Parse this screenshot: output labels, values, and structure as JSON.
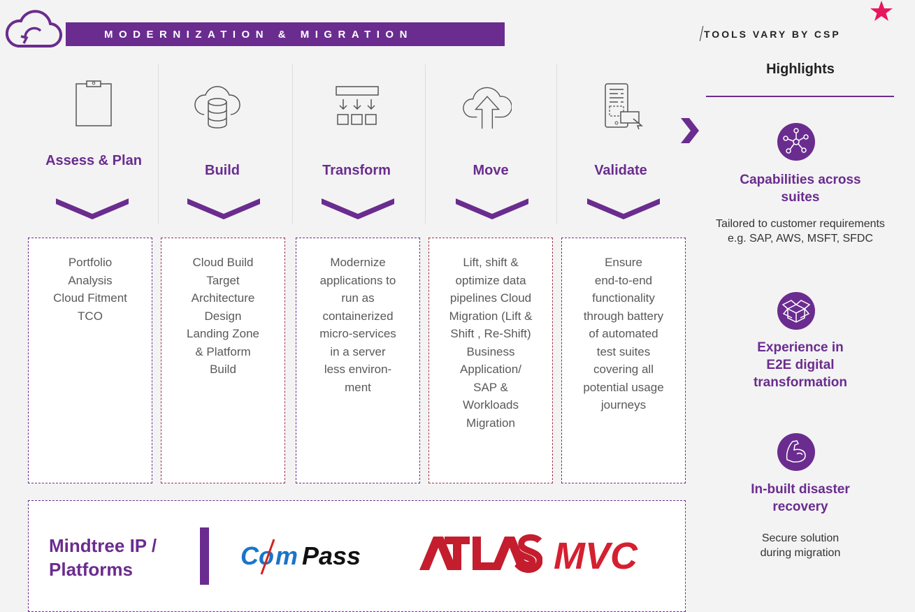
{
  "header": {
    "title": "MODERNIZATION & MIGRATION",
    "note": "TOOLS VARY BY CSP"
  },
  "stages": [
    {
      "title": "Assess & Plan",
      "icon": "clipboard-icon",
      "lines": [
        "Portfolio",
        "Analysis",
        "Cloud Fitment",
        "TCO"
      ]
    },
    {
      "title": "Build",
      "icon": "cloud-database-icon",
      "lines": [
        "Cloud Build",
        "Target",
        "Architecture",
        "Design",
        "Landing Zone",
        "& Platform",
        "Build"
      ]
    },
    {
      "title": "Transform",
      "icon": "transform-blocks-icon",
      "lines": [
        "Modernize",
        "applications to",
        "run as",
        "containerized",
        "micro-services",
        "in a server",
        "less environ-",
        "ment"
      ]
    },
    {
      "title": "Move",
      "icon": "cloud-upload-icon",
      "lines": [
        "Lift, shift &",
        "optimize data",
        "pipelines Cloud",
        "Migration (Lift &",
        "Shift , Re-Shift)",
        "Business",
        "Application/",
        "SAP &",
        "Workloads",
        "Migration"
      ]
    },
    {
      "title": "Validate",
      "icon": "mobile-validate-icon",
      "lines": [
        "Ensure",
        "end-to-end",
        "functionality",
        "through battery",
        "of automated",
        "test suites",
        "covering all",
        "potential usage",
        "journeys"
      ]
    }
  ],
  "platforms": {
    "title_line1": "Mindtree IP /",
    "title_line2": "Platforms",
    "logos": [
      "CømPass",
      "ATLAS",
      "MVC"
    ]
  },
  "highlights": {
    "heading": "Highlights",
    "items": [
      {
        "title_lines": [
          "Capabilities across",
          "suites"
        ],
        "desc_lines": [
          "Tailored to customer requirements",
          "e.g. SAP, AWS, MSFT, SFDC"
        ],
        "icon": "network-nodes-icon"
      },
      {
        "title_lines": [
          "Experience in",
          "E2E digital",
          "transformation"
        ],
        "desc_lines": [],
        "icon": "open-box-icon"
      },
      {
        "title_lines": [
          "In-built disaster",
          "recovery"
        ],
        "desc_lines": [
          "Secure solution",
          "during migration"
        ],
        "icon": "strong-arm-icon"
      }
    ]
  },
  "colors": {
    "accent": "#6a2c8f",
    "star": "#e8175d",
    "box_red_border": "#a0324a"
  }
}
